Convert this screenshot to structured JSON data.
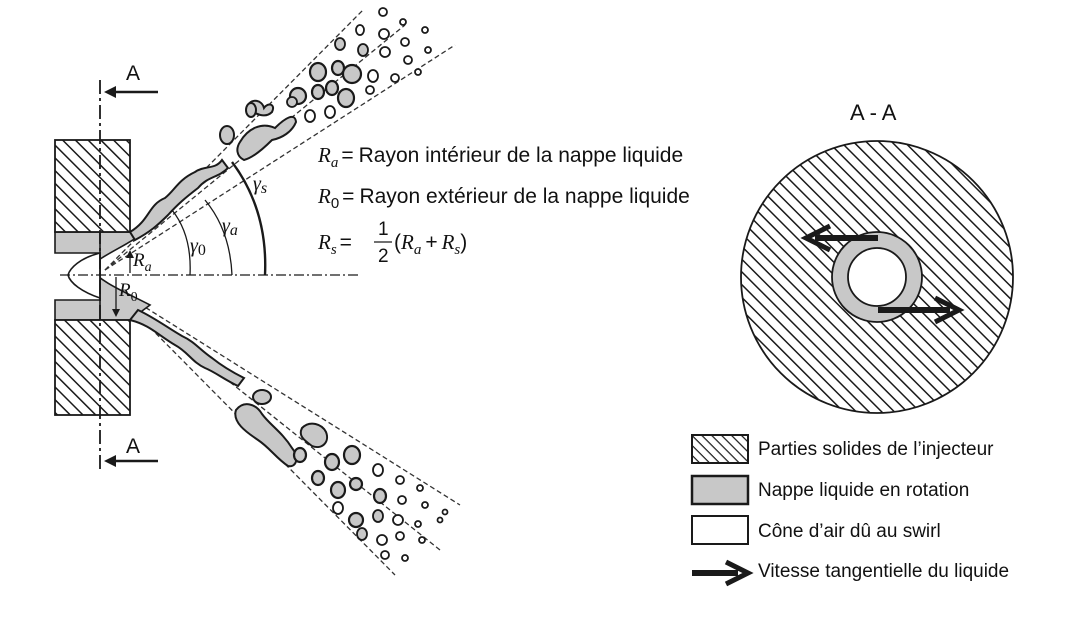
{
  "diagram": {
    "section_markers": [
      "A",
      "A"
    ],
    "section_title": "A - A",
    "equations": {
      "eq1": {
        "sym": "R",
        "sub": "a",
        "eq": "=",
        "text": "Rayon intérieur de la nappe liquide"
      },
      "eq2": {
        "sym": "R",
        "sub": "0",
        "eq": "=",
        "text": "Rayon extérieur de la nappe liquide"
      },
      "eq3": {
        "sym": "R",
        "sub": "s",
        "eq": "=",
        "num": "1",
        "den": "2",
        "paren_open": "(",
        "r1": "R",
        "r1_sub": "a",
        "plus": "+",
        "r2": "R",
        "r2_sub": "s",
        "paren_close": ")"
      }
    },
    "angle_labels": {
      "gamma0": {
        "sym": "γ",
        "sub": "0"
      },
      "gammaa": {
        "sym": "γ",
        "sub": "a"
      },
      "gammas": {
        "sym": "γ",
        "sub": "s"
      }
    },
    "radius_labels": {
      "ra": {
        "sym": "R",
        "sub": "a"
      },
      "r0": {
        "sym": "R",
        "sub": "0"
      }
    },
    "legend": [
      {
        "swatch": "hatch",
        "label": "Parties solides de l’injecteur"
      },
      {
        "swatch": "gray",
        "label": "Nappe liquide en rotation"
      },
      {
        "swatch": "white",
        "label": "Cône d’air dû au swirl"
      },
      {
        "swatch": "arrow",
        "label": "Vitesse tangentielle du liquide"
      }
    ]
  },
  "colors": {
    "liquid_gray": "#c8c8c8",
    "stroke": "#1a1a1a",
    "background": "#ffffff"
  }
}
